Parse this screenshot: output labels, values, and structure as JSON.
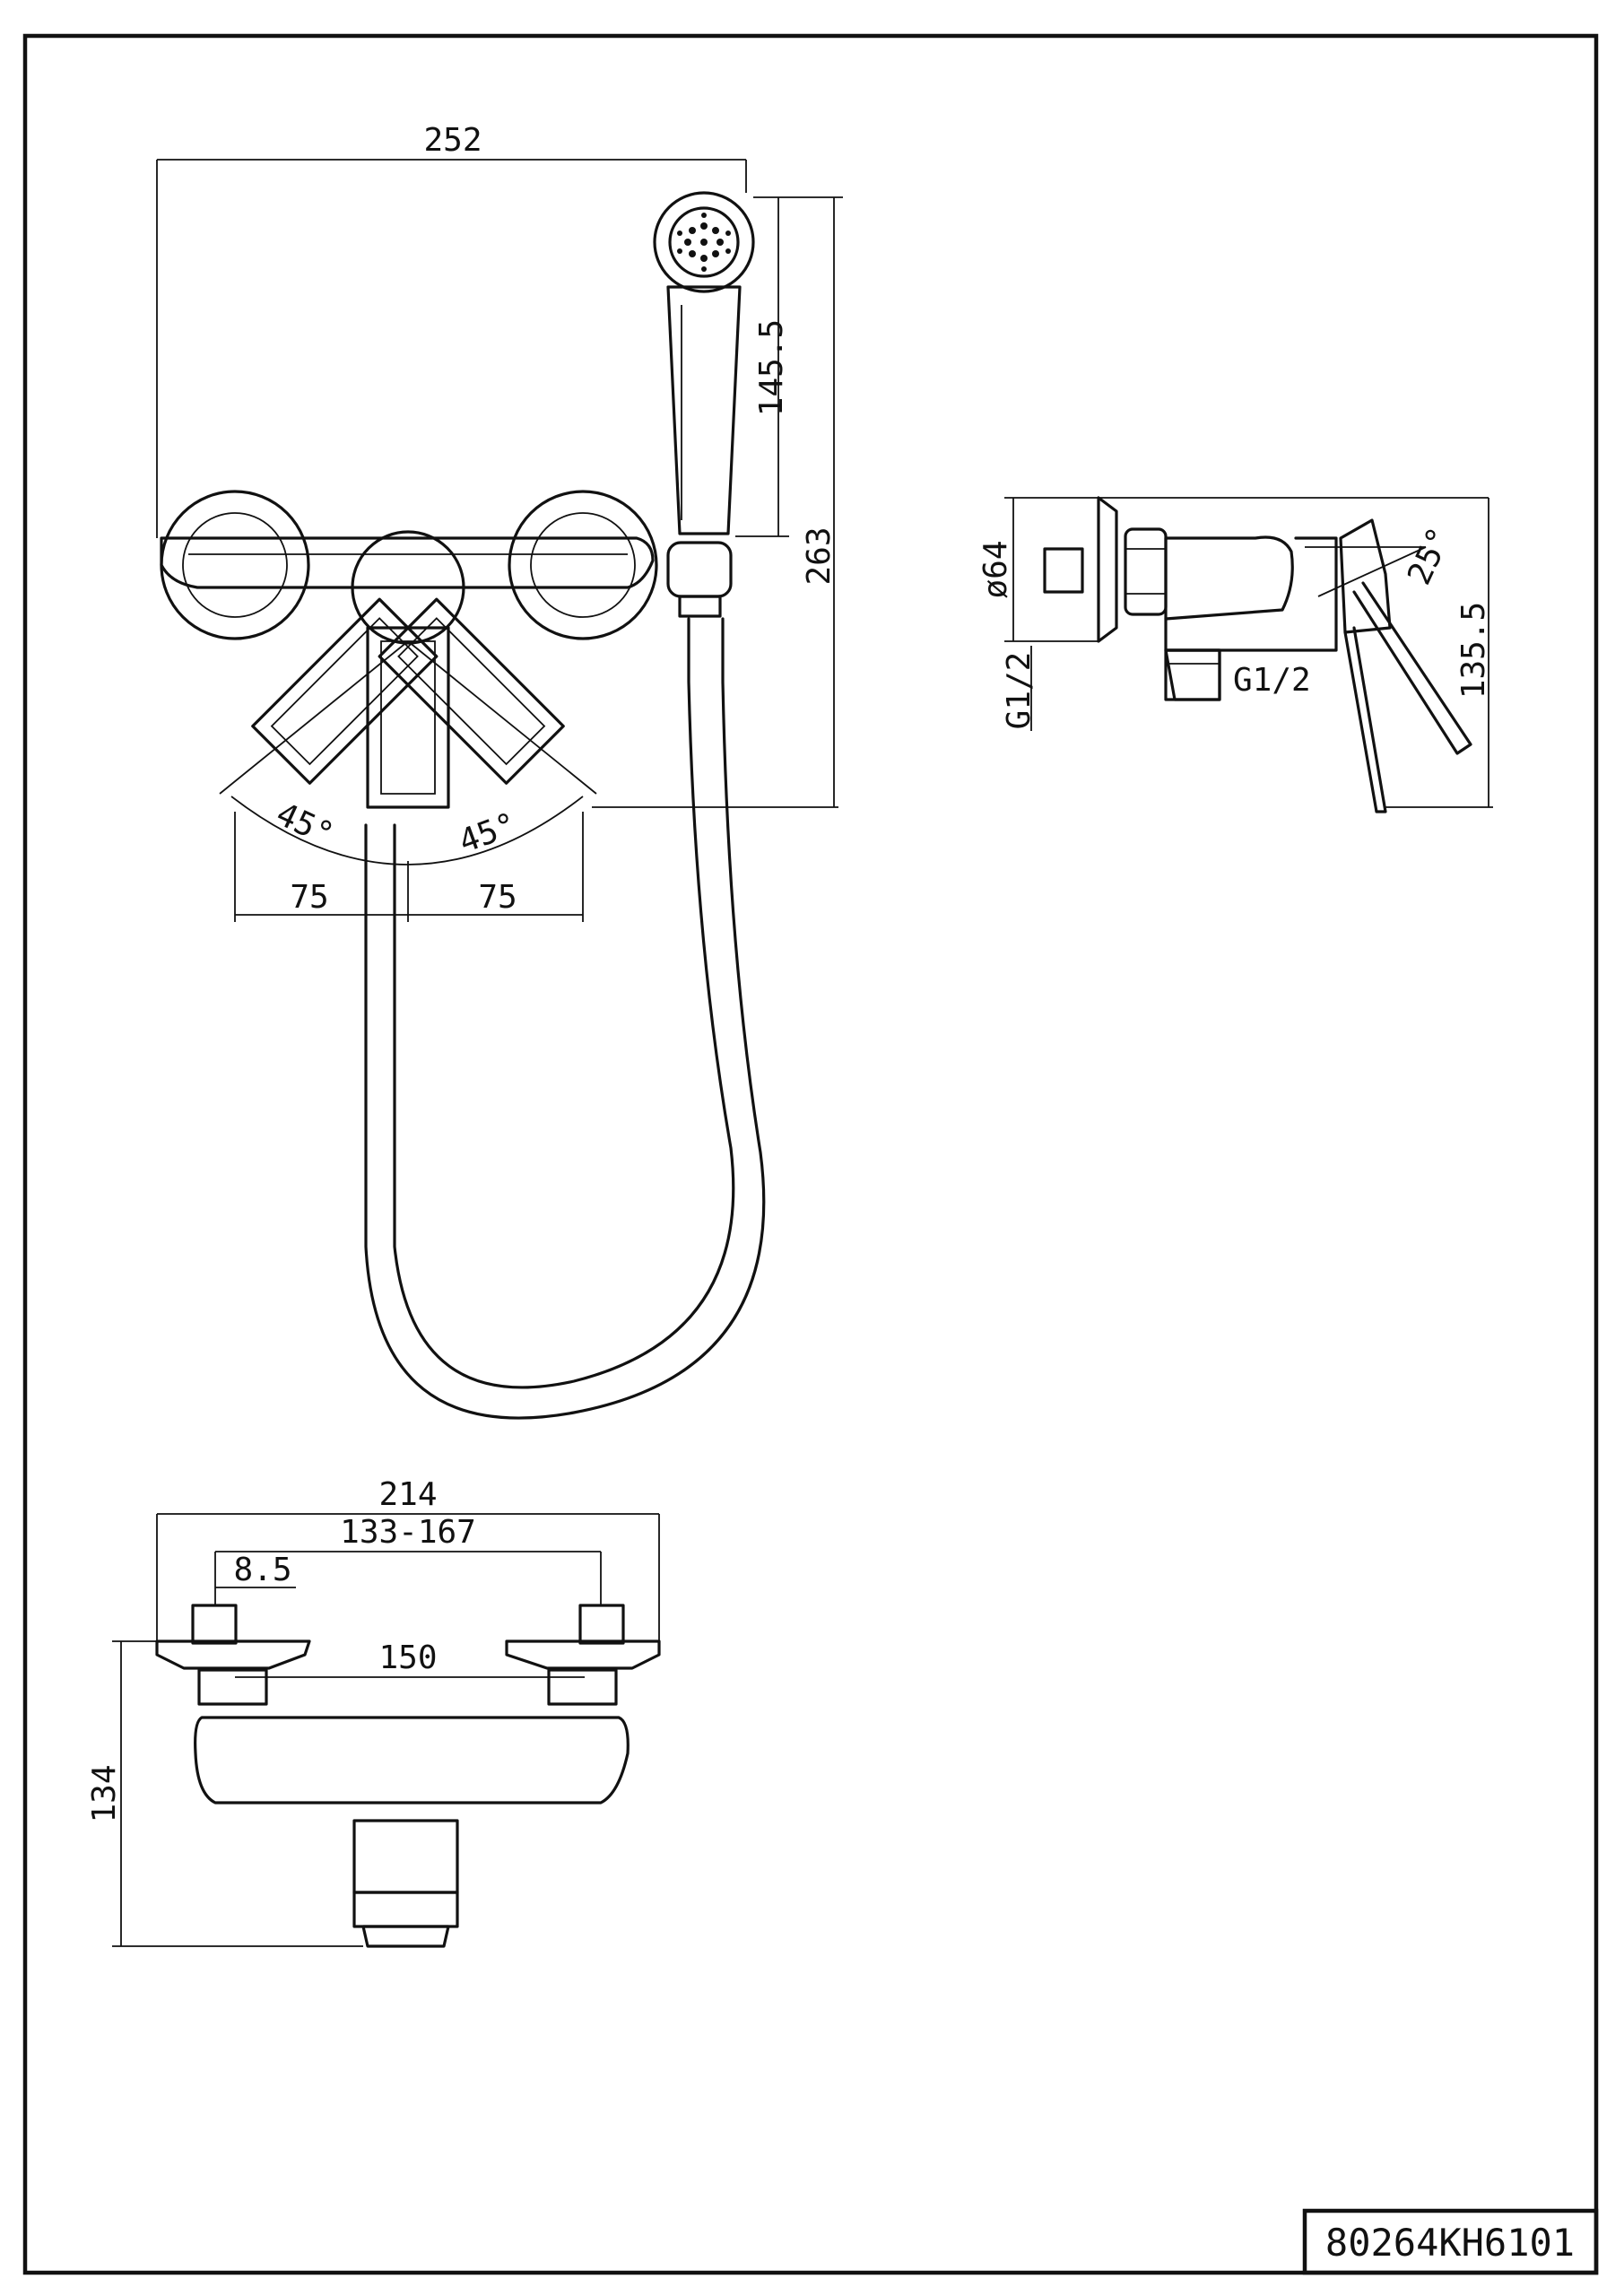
{
  "front_view": {
    "overall_width": "252",
    "handshower_length": "145.5",
    "overall_height": "263",
    "angle_left": "45°",
    "angle_right": "45°",
    "offset_left": "75",
    "offset_right": "75"
  },
  "side_view": {
    "rosette_diameter": "ø64",
    "inlet_thread": "G1/2",
    "outlet_thread": "G1/2",
    "handle_angle": "25°",
    "projection": "135.5"
  },
  "top_view": {
    "overall_width": "214",
    "centres_range": "133-167",
    "eccentric_offset": "8.5",
    "nominal_centres": "150",
    "depth": "134"
  },
  "title_block": {
    "product_code": "80264KH6101"
  }
}
